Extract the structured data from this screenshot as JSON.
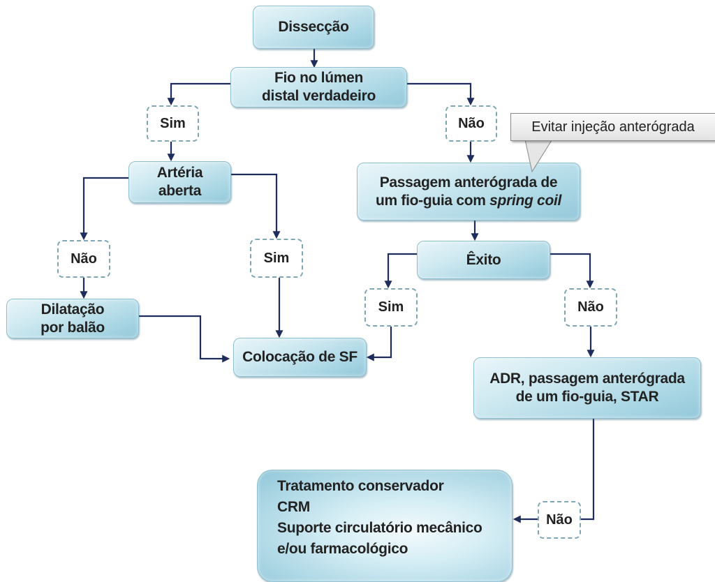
{
  "diagram": {
    "type": "flowchart",
    "colors": {
      "connector": "#1f2d5c",
      "node_fill": "#a9d6e4",
      "label_border": "#7fa6b4",
      "callout_fill": "#e8e8e8"
    },
    "nodes": {
      "disseccao": {
        "text": "Dissecção"
      },
      "fio_lumen": {
        "lines": [
          "Fio no lúmen",
          "distal verdadeiro"
        ]
      },
      "arteria_aberta": {
        "lines": [
          "Artéria",
          "aberta"
        ]
      },
      "passagem": {
        "line1": "Passagem anterógrada de",
        "line2_plain": "um fio-guia com ",
        "line2_italic": "spring coil"
      },
      "exito": {
        "text": "Êxito"
      },
      "dilatacao": {
        "lines": [
          "Dilatação",
          "por balão"
        ]
      },
      "colocacao": {
        "text": "Colocação de SF"
      },
      "adr": {
        "lines": [
          "ADR, passagem anterógrada",
          "de um fio-guia, STAR"
        ]
      },
      "tratamento": {
        "lines": [
          "Tratamento conservador",
          "CRM",
          "Suporte circulatório mecânico",
          "e/ou farmacológico"
        ]
      }
    },
    "labels": {
      "sim_1": "Sim",
      "nao_1": "Não",
      "nao_2": "Não",
      "sim_2": "Sim",
      "sim_3": "Sim",
      "nao_3": "Não",
      "nao_4": "Não"
    },
    "callout": {
      "text": "Evitar injeção anterógrada"
    },
    "edges": [
      {
        "from": "disseccao",
        "to": "fio_lumen"
      },
      {
        "from": "fio_lumen",
        "to": "sim_1"
      },
      {
        "from": "fio_lumen",
        "to": "nao_1"
      },
      {
        "from": "sim_1",
        "to": "arteria_aberta"
      },
      {
        "from": "nao_1",
        "to": "passagem"
      },
      {
        "from": "arteria_aberta",
        "to": "nao_2"
      },
      {
        "from": "arteria_aberta",
        "to": "sim_2"
      },
      {
        "from": "nao_2",
        "to": "dilatacao"
      },
      {
        "from": "sim_2",
        "to": "colocacao"
      },
      {
        "from": "dilatacao",
        "to": "colocacao"
      },
      {
        "from": "passagem",
        "to": "exito"
      },
      {
        "from": "exito",
        "to": "sim_3"
      },
      {
        "from": "exito",
        "to": "nao_3"
      },
      {
        "from": "sim_3",
        "to": "colocacao"
      },
      {
        "from": "nao_3",
        "to": "adr"
      },
      {
        "from": "adr",
        "to": "nao_4"
      },
      {
        "from": "nao_4",
        "to": "tratamento"
      }
    ]
  }
}
